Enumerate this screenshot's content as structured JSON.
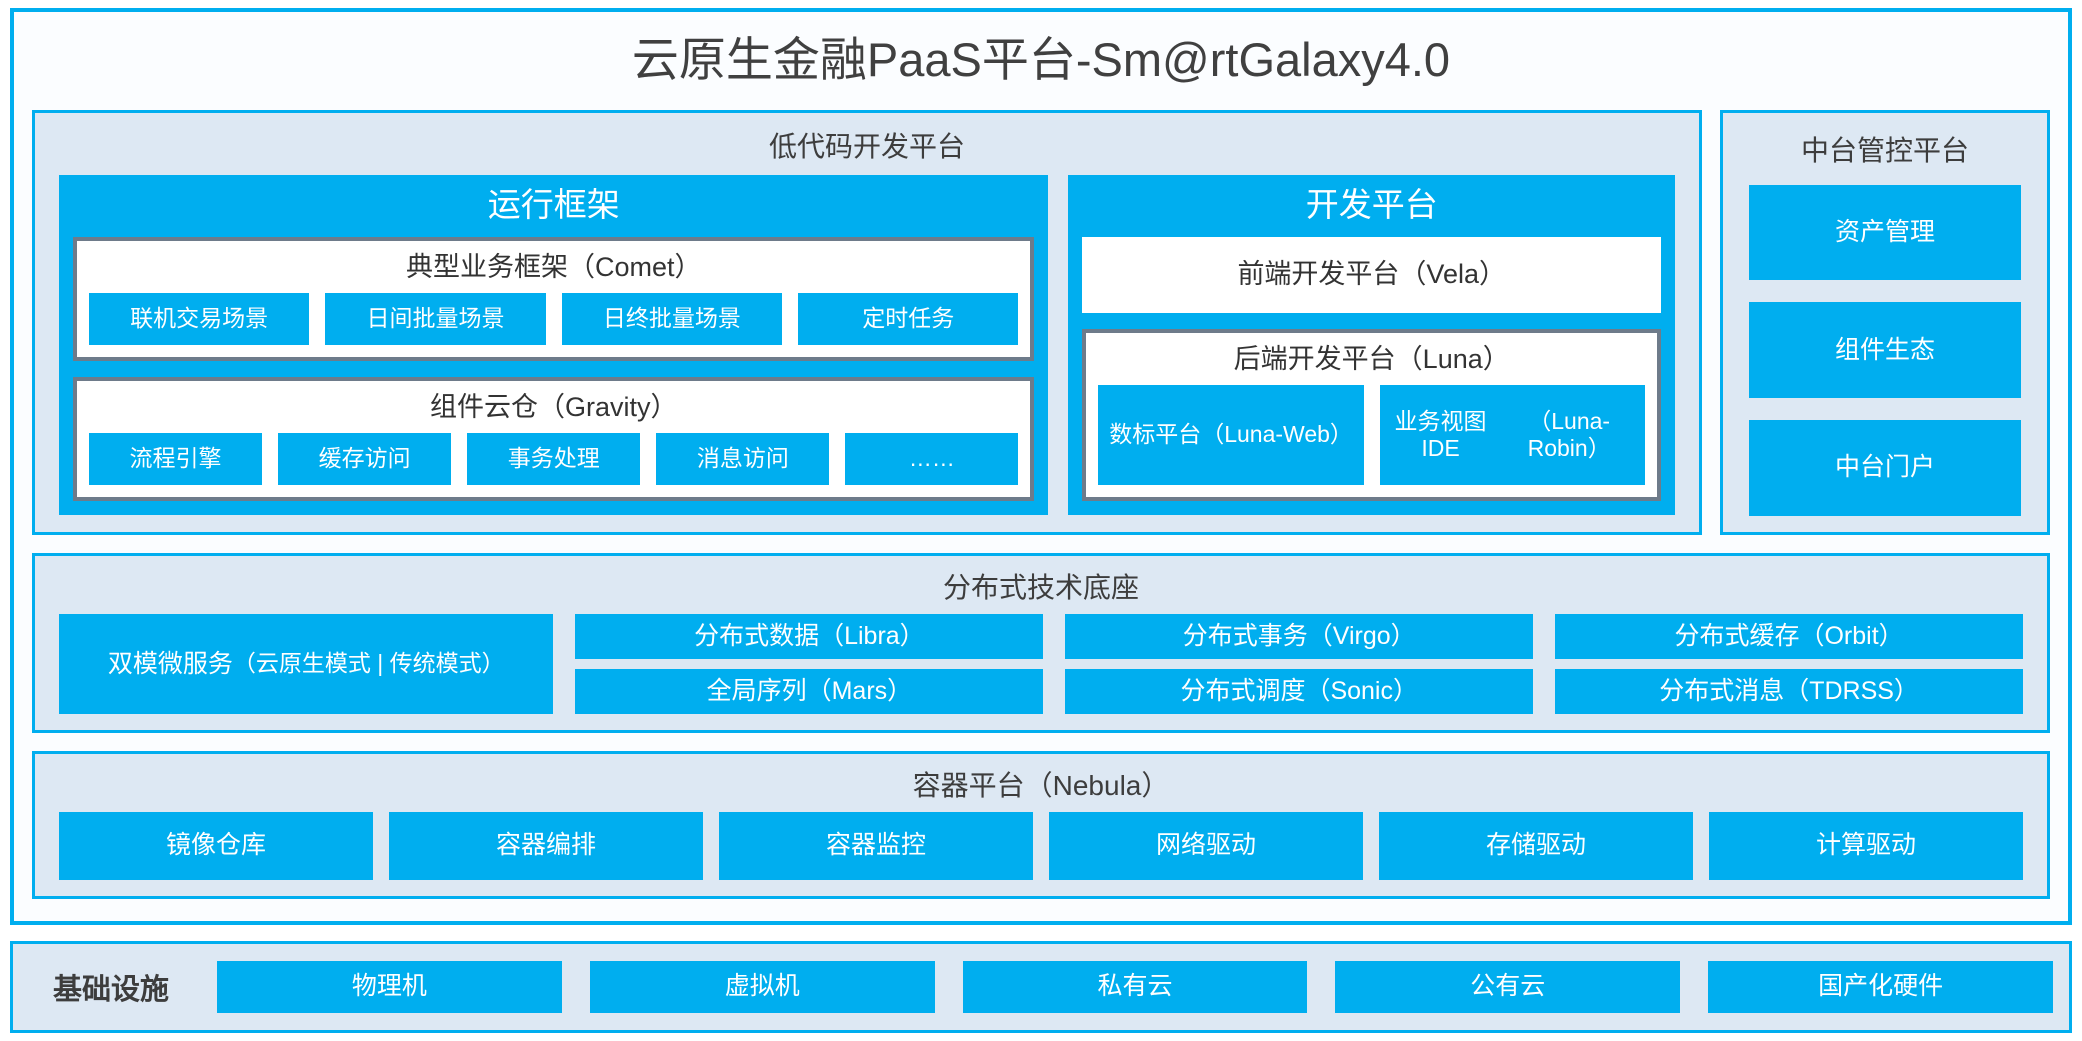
{
  "title": "云原生金融PaaS平台-Sm@rtGalaxy4.0",
  "colors": {
    "accent": "#00aeef",
    "panel_bg": "#dde8f3",
    "box_border": "#6e7b8a",
    "text": "#3d3d3d"
  },
  "lowcode": {
    "title": "低代码开发平台",
    "runtime": {
      "title": "运行框架",
      "groups": [
        {
          "title": "典型业务框架（Comet）",
          "items": [
            "联机交易场景",
            "日间批量场景",
            "日终批量场景",
            "定时任务"
          ]
        },
        {
          "title": "组件云仓（Gravity）",
          "items": [
            "流程引擎",
            "缓存访问",
            "事务处理",
            "消息访问",
            "……"
          ]
        }
      ]
    },
    "devplatform": {
      "title": "开发平台",
      "frontend": {
        "title": "前端开发平台（Vela）"
      },
      "backend": {
        "title": "后端开发平台（Luna）",
        "items": [
          {
            "name": "数标平台",
            "sub": "（Luna-Web）"
          },
          {
            "name": "业务视图IDE",
            "sub": "（Luna-Robin）"
          }
        ]
      }
    }
  },
  "console": {
    "title": "中台管控平台",
    "items": [
      "资产管理",
      "组件生态",
      "中台门户"
    ]
  },
  "distributed": {
    "title": "分布式技术底座",
    "wide": {
      "name": "双模微服务",
      "sub": "（云原生模式 | 传统模式）"
    },
    "columns": [
      [
        "分布式数据（Libra）",
        "全局序列（Mars）"
      ],
      [
        "分布式事务（Virgo）",
        "分布式调度（Sonic）"
      ],
      [
        "分布式缓存（Orbit）",
        "分布式消息（TDRSS）"
      ]
    ]
  },
  "container_platform": {
    "title": "容器平台（Nebula）",
    "items": [
      "镜像仓库",
      "容器编排",
      "容器监控",
      "网络驱动",
      "存储驱动",
      "计算驱动"
    ]
  },
  "infrastructure": {
    "label": "基础设施",
    "items": [
      "物理机",
      "虚拟机",
      "私有云",
      "公有云",
      "国产化硬件"
    ]
  }
}
